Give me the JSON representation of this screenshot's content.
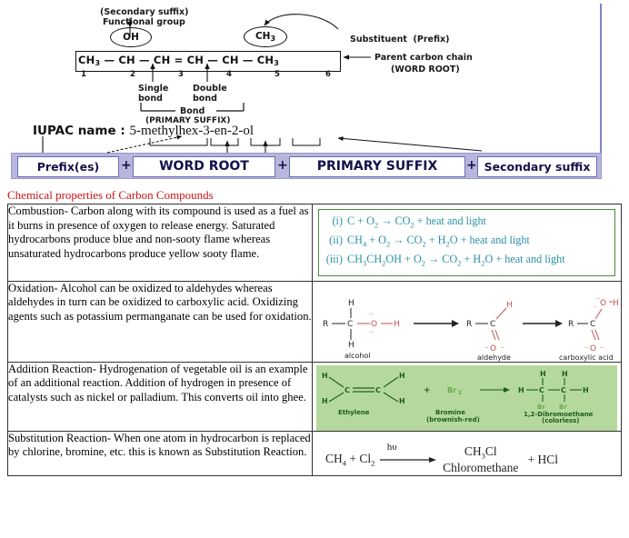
{
  "iupac_diagram": {
    "labels": {
      "secondary_suffix": "(Secondary suffix)",
      "functional_group": "Functional group",
      "substituent": "Substituent  (Prefix)",
      "parent_chain": "Parent carbon chain",
      "word_root_note": "(WORD ROOT)",
      "single_bond": "Single\nbond",
      "double_bond": "Double\nbond",
      "bond": "Bond",
      "primary_suffix_note": "(PRIMARY SUFFIX)"
    },
    "functional_group_circle": "OH",
    "substituent_circle": "CH3",
    "chain_formula": "CH3 — CH — CH = CH — CH — CH3",
    "carbon_numbers": [
      "1",
      "2",
      "3",
      "4",
      "5",
      "6"
    ],
    "iupac_name_label": "IUPAC name :",
    "iupac_name_value": "5-methylhex-3-en-2-ol",
    "formula_bar": {
      "parts": [
        "Prefix(es)",
        "WORD ROOT",
        "PRIMARY SUFFIX",
        "Secondary suffix"
      ],
      "separator": "+",
      "bar_color": "#b8b6dd"
    }
  },
  "section": {
    "title": "Chemical properties of Carbon Compounds",
    "title_color": "#cc1111"
  },
  "table": {
    "rows": [
      {
        "name": "Combustion",
        "description": "Combustion- Carbon along with its compound is used as a fuel as it burns in presence of oxygen to release energy. Saturated hydrocarbons produce blue and non-sooty flame whereas unsaturated hydrocarbons produce yellow sooty flame.",
        "figure_type": "equations",
        "figure_color": "#2a8fa6",
        "figure_border_color": "#4a8b3b",
        "equations": [
          {
            "n": "(i)",
            "eq": "C + O2 → CO2 + heat and light"
          },
          {
            "n": "(ii)",
            "eq": "CH4 + O2 → CO2 + H2O + heat and light"
          },
          {
            "n": "(iii)",
            "eq": "CH3CH2OH + O2 → CO2 + H2O + heat and light"
          }
        ]
      },
      {
        "name": "Oxidation",
        "description": "Oxidation- Alcohol can be oxidized to aldehydes whereas aldehydes in turn can be oxidized to carboxylic acid. Oxidizing agents such as potassium permanganate can be used for oxidation.",
        "figure_type": "structures",
        "figure_captions": [
          "alcohol",
          "aldehyde",
          "carboxylic acid"
        ],
        "figure_atom_color": "#c0504d"
      },
      {
        "name": "Addition Reaction",
        "description": "Addition Reaction- Hydrogenation of vegetable oil is an example of an additional reaction. Addition of hydrogen in presence of catalysts such as nickel or palladium. This converts oil into ghee.",
        "figure_type": "structures",
        "figure_background": "#b5d99c",
        "figure_captions": [
          "Ethylene",
          "Bromine\n(brownish-red)",
          "1,2-Dibromoethane\n(colorless)"
        ],
        "figure_reagent": "Br2"
      },
      {
        "name": "Substitution Reaction",
        "description": "Substitution Reaction- When one atom in hydrocarbon is replaced by chlorine, bromine, etc. this is known as Substitution Reaction.",
        "figure_type": "equation",
        "equation_left": "CH4 + Cl2",
        "equation_condition": "hυ",
        "equation_product": "CH3Cl",
        "equation_product_name": "Chloromethane",
        "equation_right": "+ HCl"
      }
    ]
  }
}
